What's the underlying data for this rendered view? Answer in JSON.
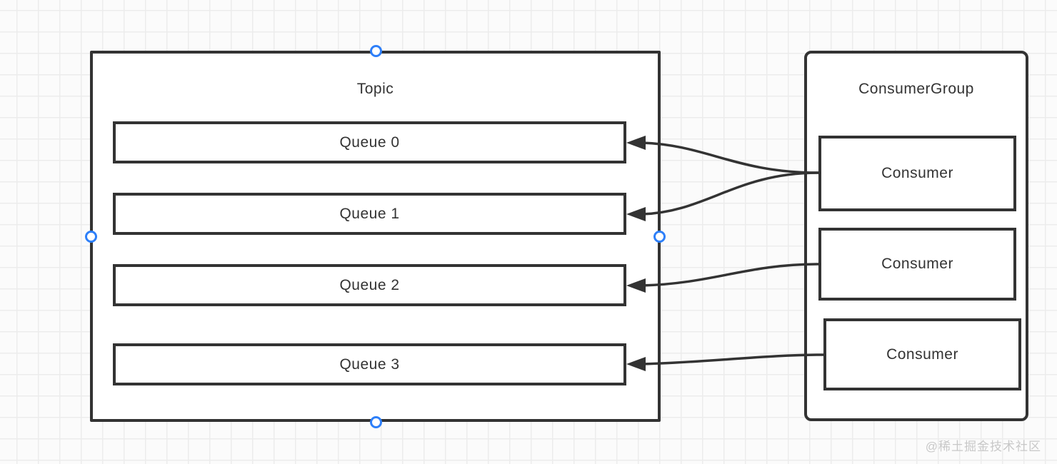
{
  "diagram": {
    "topic": {
      "title": "Topic",
      "queues": [
        {
          "id": "queue-0",
          "label": "Queue 0"
        },
        {
          "id": "queue-1",
          "label": "Queue 1"
        },
        {
          "id": "queue-2",
          "label": "Queue 2"
        },
        {
          "id": "queue-3",
          "label": "Queue 3"
        }
      ]
    },
    "consumer_group": {
      "title": "ConsumerGroup",
      "consumers": [
        {
          "id": "consumer-0",
          "label": "Consumer"
        },
        {
          "id": "consumer-1",
          "label": "Consumer"
        },
        {
          "id": "consumer-2",
          "label": "Consumer"
        }
      ]
    },
    "connections": [
      {
        "from": "consumer-0",
        "to": "queue-0"
      },
      {
        "from": "consumer-0",
        "to": "queue-1"
      },
      {
        "from": "consumer-1",
        "to": "queue-2"
      },
      {
        "from": "consumer-2",
        "to": "queue-3"
      }
    ],
    "colors": {
      "shape_stroke": "#333333",
      "selection_handle": "#2d7ff9",
      "watermark_text": "#c8c8c8"
    }
  },
  "watermark": "@稀土掘金技术社区"
}
